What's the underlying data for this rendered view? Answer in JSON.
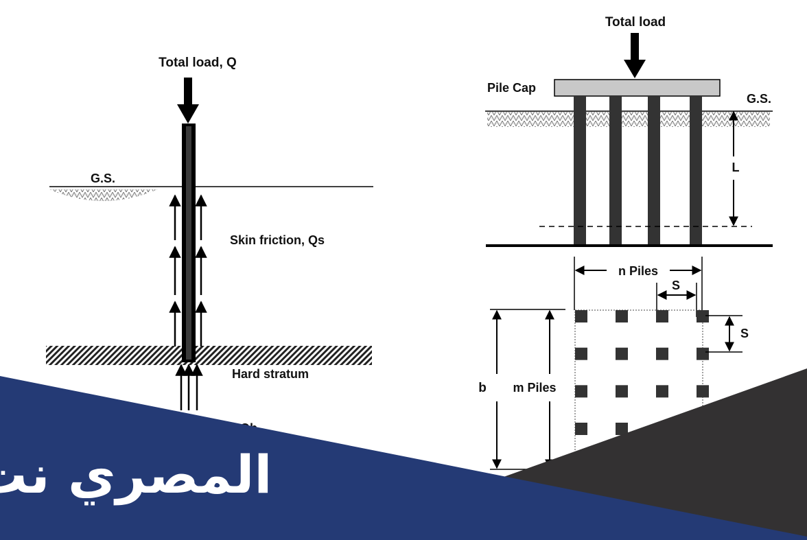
{
  "single_pile": {
    "load_label": "Total load, Q",
    "ground_surface_label": "G.S.",
    "skin_friction_label": "Skin friction, Qs",
    "hard_stratum_label": "Hard stratum",
    "end_bearing_label": "Qb"
  },
  "pile_group": {
    "load_label": "Total load",
    "pile_cap_label": "Pile Cap",
    "ground_surface_label": "G.S.",
    "length_label": "L",
    "pile_count_elevation": 4,
    "plan": {
      "n_label": "n Piles",
      "m_label": "m Piles",
      "spacing_x_label": "S",
      "spacing_y_label": "S",
      "width_label": "b",
      "columns": 4,
      "rows": 4
    }
  },
  "watermark": {
    "text": "المصري نت",
    "colors": {
      "blue": "#243a75",
      "dark": "#333132"
    }
  }
}
